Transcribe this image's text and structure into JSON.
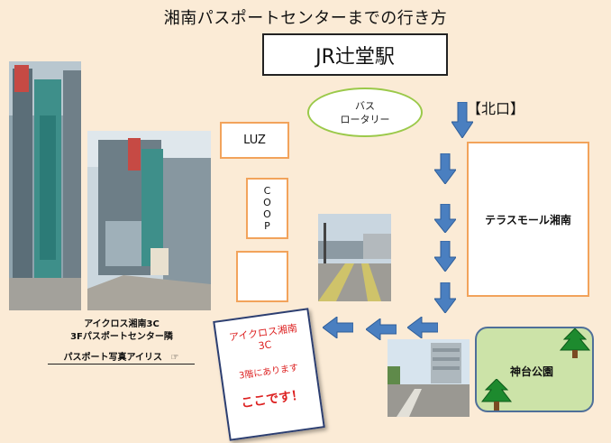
{
  "title": "湘南パスポートセンターまでの行き方",
  "station": "JR辻堂駅",
  "bus_rotary": {
    "line1": "バス",
    "line2": "ロータリー"
  },
  "north_exit": "【北口】",
  "landmarks": {
    "luz": "LUZ",
    "coop": [
      "C",
      "O",
      "O",
      "P"
    ],
    "terrace_mall": "テラスモール湘南",
    "park": "神台公園"
  },
  "destination_sign": {
    "line1": "アイクロス湘南",
    "line2": "3C",
    "line3": "3階にあります",
    "line4": "ここです！"
  },
  "building_caption": {
    "line1": "アイクロス湘南3C",
    "line2": "3Fパスポートセンター隣"
  },
  "shop_name": "パスポート写真アイリス",
  "colors": {
    "background": "#fbebd6",
    "arrow": "#4a7fc0",
    "box_border": "#f2a35b",
    "bus_border": "#9bc94a",
    "park_fill": "#cce3a8",
    "sign_text": "#dd2222"
  }
}
